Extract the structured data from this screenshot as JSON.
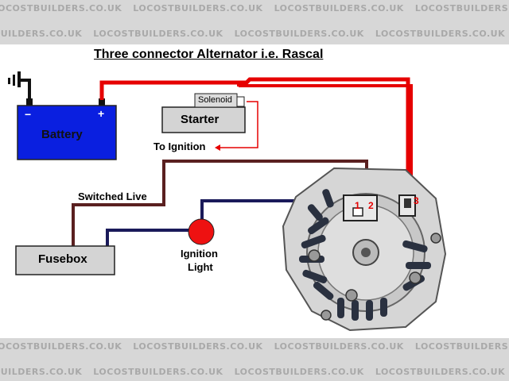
{
  "title": "Three connector Alternator i.e. Rascal",
  "watermark": "LOCOSTBUILDERS.CO.UK",
  "components": {
    "battery": {
      "label": "Battery",
      "neg": "−",
      "pos": "+"
    },
    "solenoid": {
      "label": "Solenoid"
    },
    "starter": {
      "label": "Starter"
    },
    "fusebox": {
      "label": "Fusebox"
    },
    "ignition_light": {
      "line1": "Ignition",
      "line2": "Light"
    }
  },
  "wire_labels": {
    "to_ignition": "To Ignition",
    "switched_live": "Switched Live"
  },
  "terminals": {
    "t1": "1",
    "t2": "2",
    "t3": "3"
  },
  "colors": {
    "battery_fill": "#0a1fe0",
    "wire_red": "#e60000",
    "wire_brown": "#5a2020",
    "wire_navy": "#1a1a5a",
    "lamp": "#ee1111",
    "box_grey": "#d4d4d4",
    "band_grey": "#d7d7d7"
  }
}
